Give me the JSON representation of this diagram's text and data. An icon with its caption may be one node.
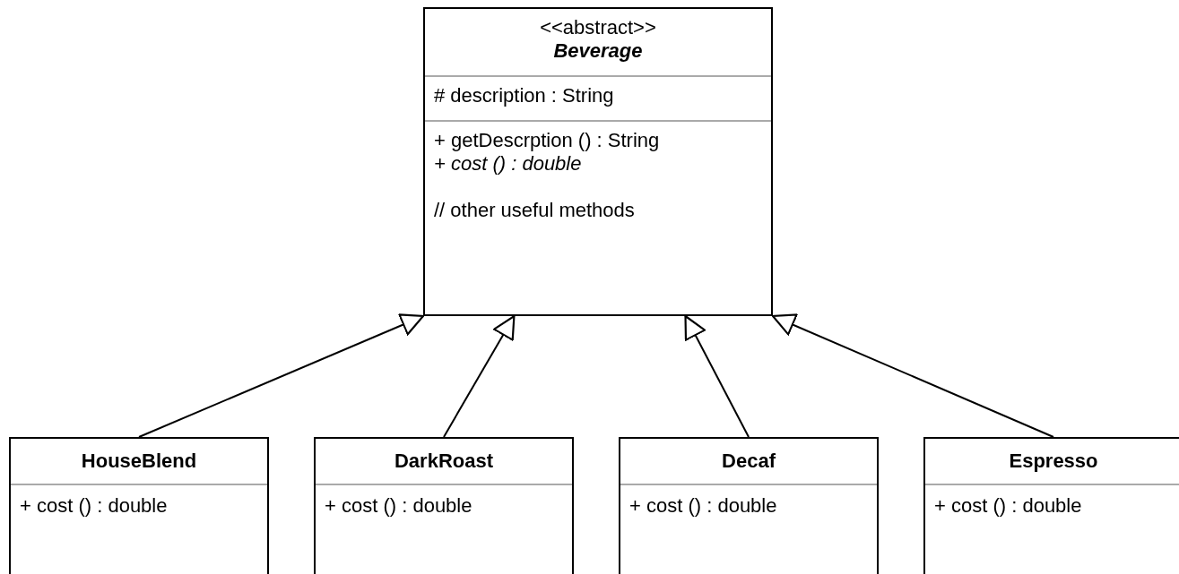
{
  "diagram": {
    "nodes": [
      {
        "text": [
          "<<abstract>>",
          "Beverage",
          "# description : String",
          "+ getDescrption () : String",
          "+ cost () : double",
          "// other useful methods"
        ]
      },
      {
        "text": [
          "HouseBlend",
          "+ cost () : double"
        ]
      },
      {
        "text": [
          "DarkRoast",
          "+ cost () : double"
        ]
      },
      {
        "text": [
          "Decaf",
          "+ cost () : double"
        ]
      },
      {
        "text": [
          "Espresso",
          "+ cost () : double"
        ]
      }
    ],
    "edges": [
      {
        "from": 1,
        "to": 0,
        "arrow": "to"
      },
      {
        "from": 2,
        "to": 0,
        "arrow": "to"
      },
      {
        "from": 3,
        "to": 0,
        "arrow": "to"
      },
      {
        "from": 4,
        "to": 0,
        "arrow": "to"
      }
    ]
  }
}
